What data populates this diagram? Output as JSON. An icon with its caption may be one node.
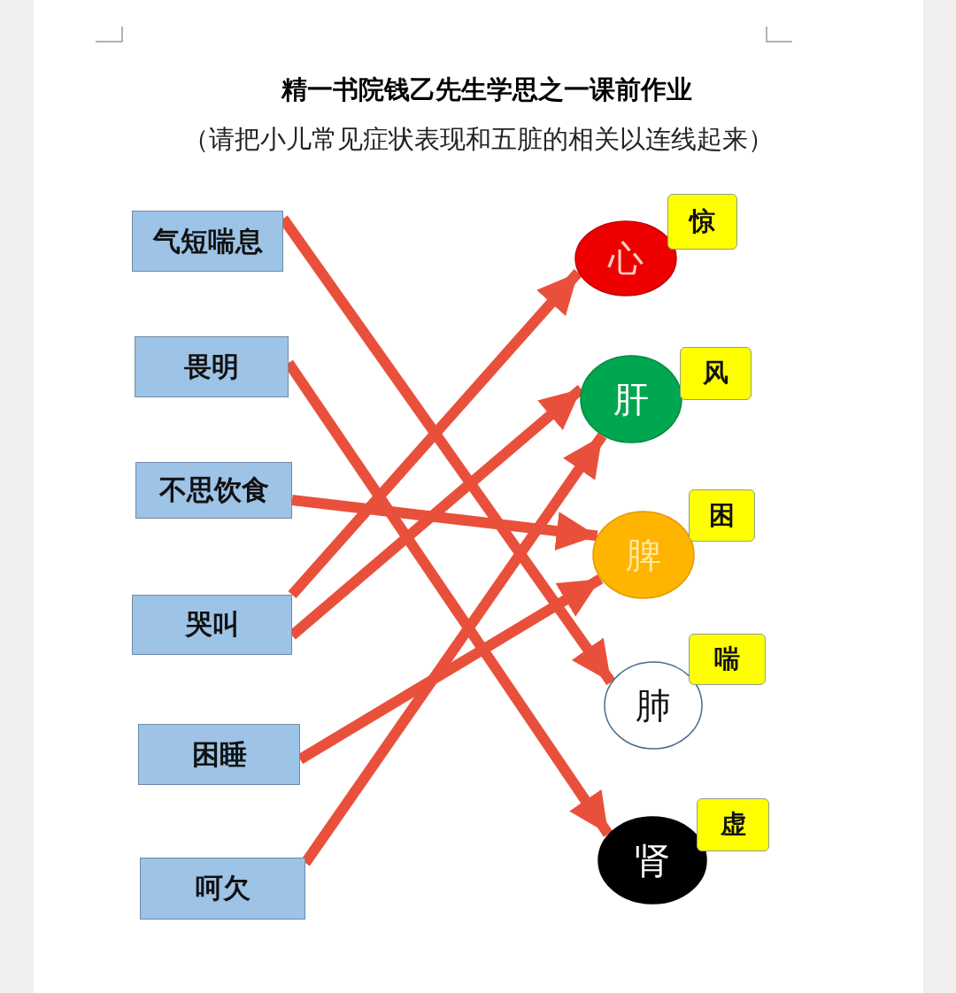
{
  "diagram": {
    "title": "精一书院钱乙先生学思之一课前作业",
    "nodes": [
      {
        "text": [
          "气短喘息"
        ]
      },
      {
        "text": [
          "畏明"
        ]
      },
      {
        "text": [
          "不思饮食"
        ]
      },
      {
        "text": [
          "哭叫"
        ]
      },
      {
        "text": [
          "困睡"
        ]
      },
      {
        "text": [
          "呵欠"
        ]
      },
      {
        "text": [
          "心"
        ]
      },
      {
        "text": [
          "肝"
        ]
      },
      {
        "text": [
          "脾"
        ]
      },
      {
        "text": [
          "肺"
        ]
      },
      {
        "text": [
          "肾"
        ]
      },
      {
        "text": [
          "惊"
        ]
      },
      {
        "text": [
          "风"
        ]
      },
      {
        "text": [
          "困"
        ]
      },
      {
        "text": [
          "喘"
        ]
      },
      {
        "text": [
          "虚"
        ]
      }
    ],
    "edges": [
      {
        "from": 0,
        "to": 9,
        "arrow": "to"
      },
      {
        "from": 1,
        "to": 10,
        "arrow": "to"
      },
      {
        "from": 2,
        "to": 8,
        "arrow": "to"
      },
      {
        "from": 3,
        "to": 6,
        "arrow": "to"
      },
      {
        "from": 3,
        "to": 7,
        "arrow": "to"
      },
      {
        "from": 4,
        "to": 8,
        "arrow": "to"
      },
      {
        "from": 5,
        "to": 7,
        "arrow": "to"
      }
    ],
    "labels": [
      "（请把小儿常见症状表现和五脏的相关以连线起来）"
    ]
  }
}
